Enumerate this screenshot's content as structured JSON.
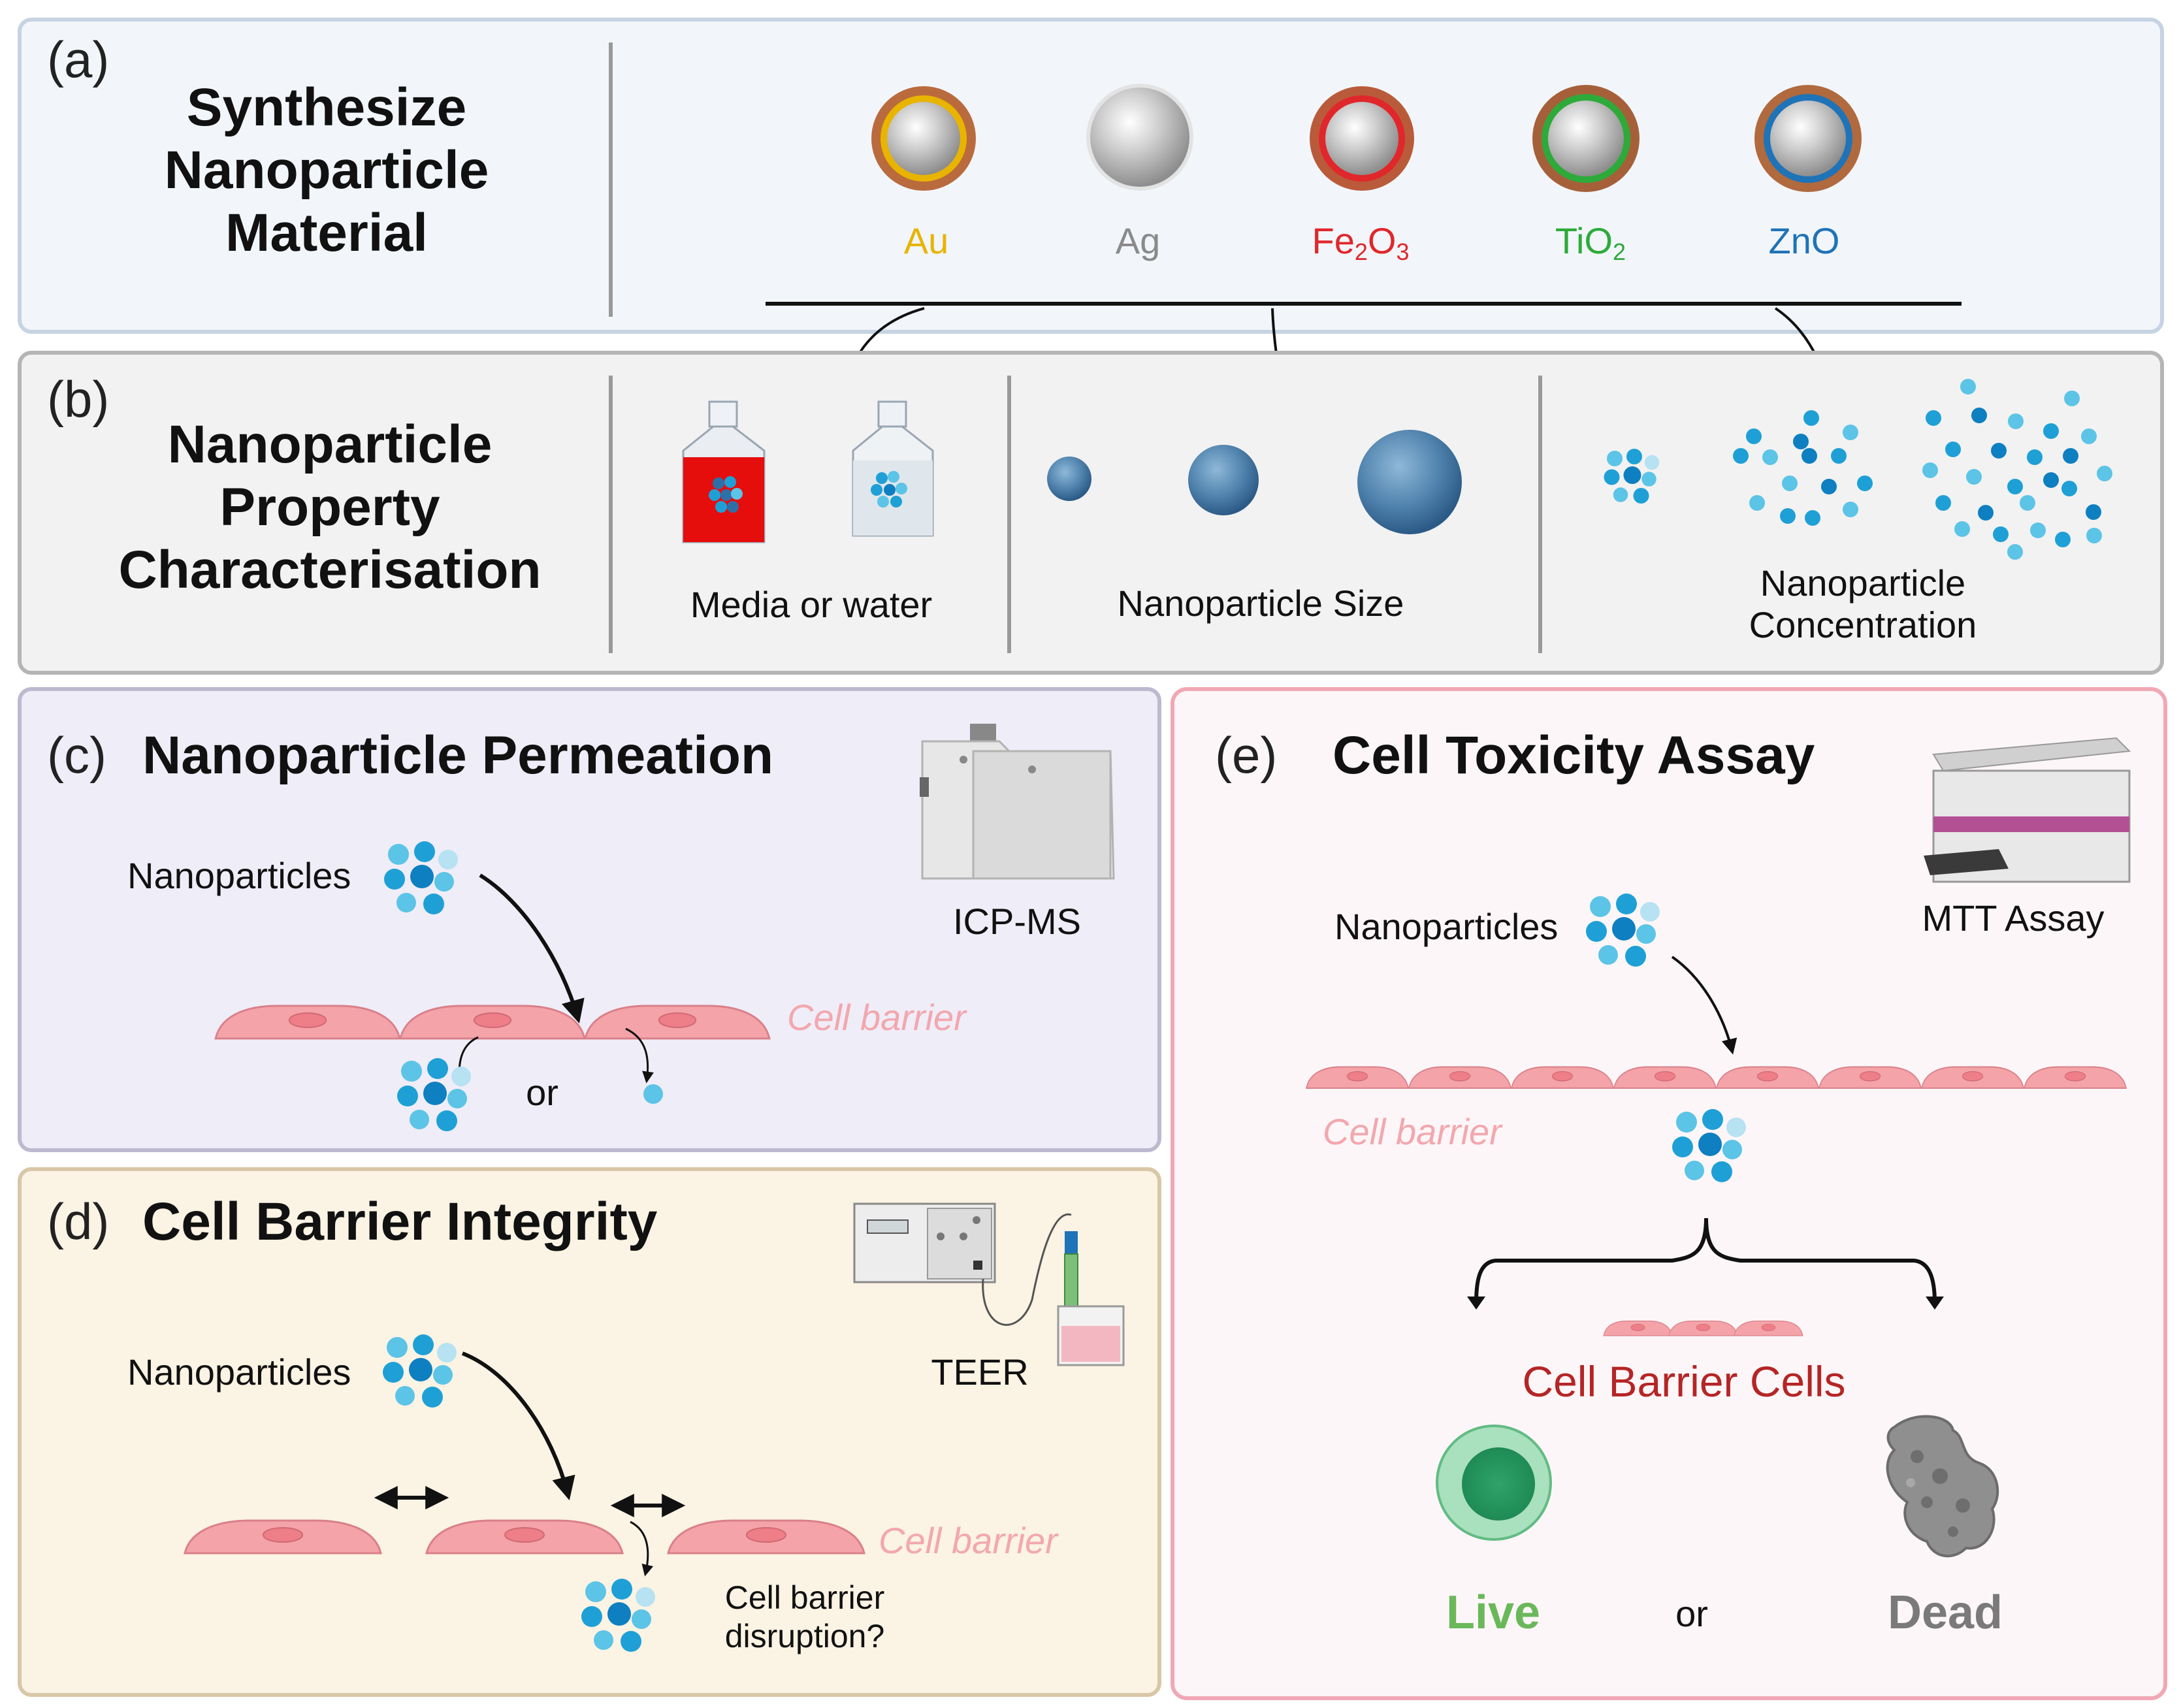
{
  "panel_a": {
    "label": "(a)",
    "title_lines": [
      "Synthesize",
      "Nanoparticle",
      "Material"
    ],
    "materials": [
      {
        "name": "Au",
        "color": "#e8b400"
      },
      {
        "name": "Ag",
        "color": "#8a8a8a"
      },
      {
        "name_main": "Fe",
        "sub1": "2",
        "mid": "O",
        "sub2": "3",
        "color": "#e0272b"
      },
      {
        "name_main": "TiO",
        "sub1": "2",
        "color": "#2eaa3a"
      },
      {
        "name": "ZnO",
        "color": "#1f73b7"
      }
    ]
  },
  "panel_b": {
    "label": "(b)",
    "title_lines": [
      "Nanoparticle",
      "Property",
      "Characterisation"
    ],
    "media_label": "Media or water",
    "size_label": "Nanoparticle Size",
    "conc_label_lines": [
      "Nanoparticle",
      "Concentration"
    ]
  },
  "panel_c": {
    "label": "(c)",
    "title": "Nanoparticle Permeation",
    "nanoparticles_label": "Nanoparticles",
    "instrument_label": "ICP-MS",
    "cell_barrier_label": "Cell barrier",
    "or_label": "or"
  },
  "panel_d": {
    "label": "(d)",
    "title": "Cell Barrier Integrity",
    "nanoparticles_label": "Nanoparticles",
    "instrument_label": "TEER",
    "cell_barrier_label": "Cell barrier",
    "disruption_lines": [
      "Cell barrier",
      "disruption?"
    ]
  },
  "panel_e": {
    "label": "(e)",
    "title": "Cell Toxicity Assay",
    "nanoparticles_label": "Nanoparticles",
    "instrument_label": "MTT Assay",
    "cell_barrier_label": "Cell barrier",
    "cells_label": "Cell Barrier Cells",
    "live_label": "Live",
    "or_label": "or",
    "dead_label": "Dead"
  },
  "colors": {
    "np_blue": "#1aa0d2",
    "cell_pink": "#f4a3a8",
    "cell_barrier_text": "#f3a7ae",
    "cells_label_red": "#b52525",
    "live_green": "#6ab85a",
    "dead_gray": "#7a7a7a"
  }
}
